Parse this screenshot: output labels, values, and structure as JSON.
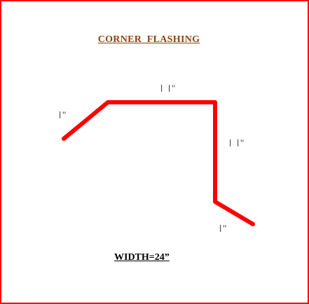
{
  "title": "CORNER  FLASHING",
  "dimensions": {
    "left_flange": "l\"",
    "top_segment": "l l\"",
    "right_side": "l l\"",
    "bottom_flange": "l\""
  },
  "width_label": "WIDTH=24”",
  "colors": {
    "border": "#ff0000",
    "flashing_line": "#ff0000",
    "title": "#8b4513",
    "dimension_text": "#555555"
  }
}
